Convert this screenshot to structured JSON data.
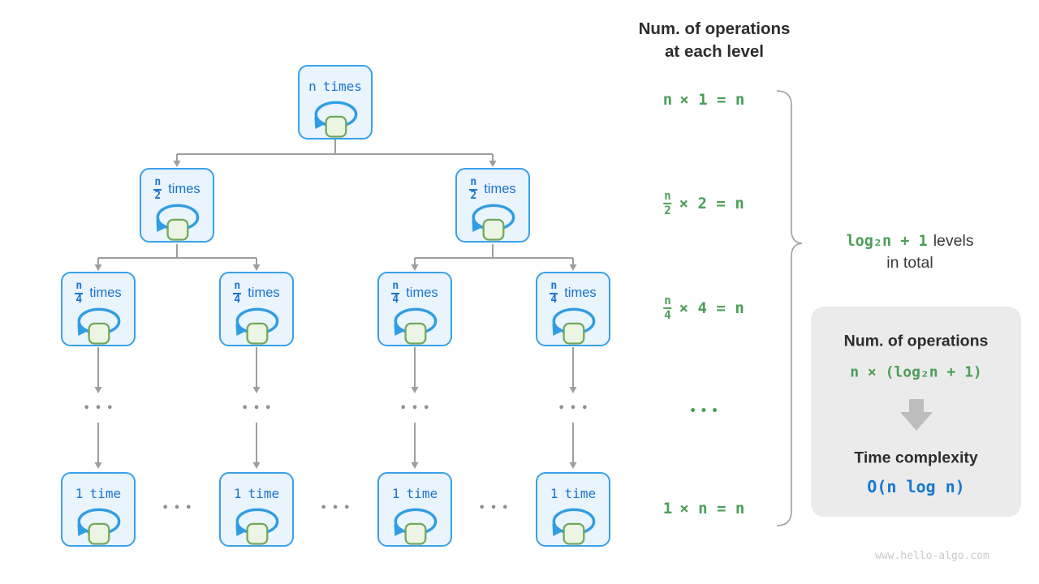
{
  "header": {
    "line1": "Num. of operations",
    "line2": "at each level"
  },
  "tree": {
    "levels": [
      {
        "label": {
          "num": "n",
          "suffix": "times"
        }
      },
      {
        "label": {
          "num": "n",
          "den": "2",
          "suffix": "times"
        }
      },
      {
        "label": {
          "num": "n",
          "den": "4",
          "suffix": "times"
        }
      },
      {
        "label": {
          "num": "1",
          "suffix": "time"
        }
      }
    ],
    "dots": "•••"
  },
  "equations": [
    {
      "lhs": "n",
      "rest": "× 1 = n"
    },
    {
      "num": "n",
      "den": "2",
      "rest": "× 2 = n"
    },
    {
      "num": "n",
      "den": "4",
      "rest": "× 4 = n"
    },
    {
      "dots": "•••"
    },
    {
      "lhs": "1",
      "rest": "× n = n"
    }
  ],
  "brace_label": {
    "highlight": "log₂n + 1",
    "suffix": "levels",
    "line2": "in total"
  },
  "summary": {
    "title": "Num. of operations",
    "formula": "n × (log₂n + 1)",
    "subtitle": "Time complexity",
    "result": "O(n log n)"
  },
  "watermark": "www.hello-algo.com",
  "colors": {
    "node_border": "#3aa0e8",
    "node_fill": "#e9f4fd",
    "node_text": "#1b74cf",
    "loop_square_fill": "#ecf4e3",
    "loop_square_border": "#73a75c",
    "green_text": "#4b9e58",
    "result_blue": "#1778d2",
    "connector_gray": "#9e9e9e",
    "panel_bg": "#ebebeb"
  }
}
